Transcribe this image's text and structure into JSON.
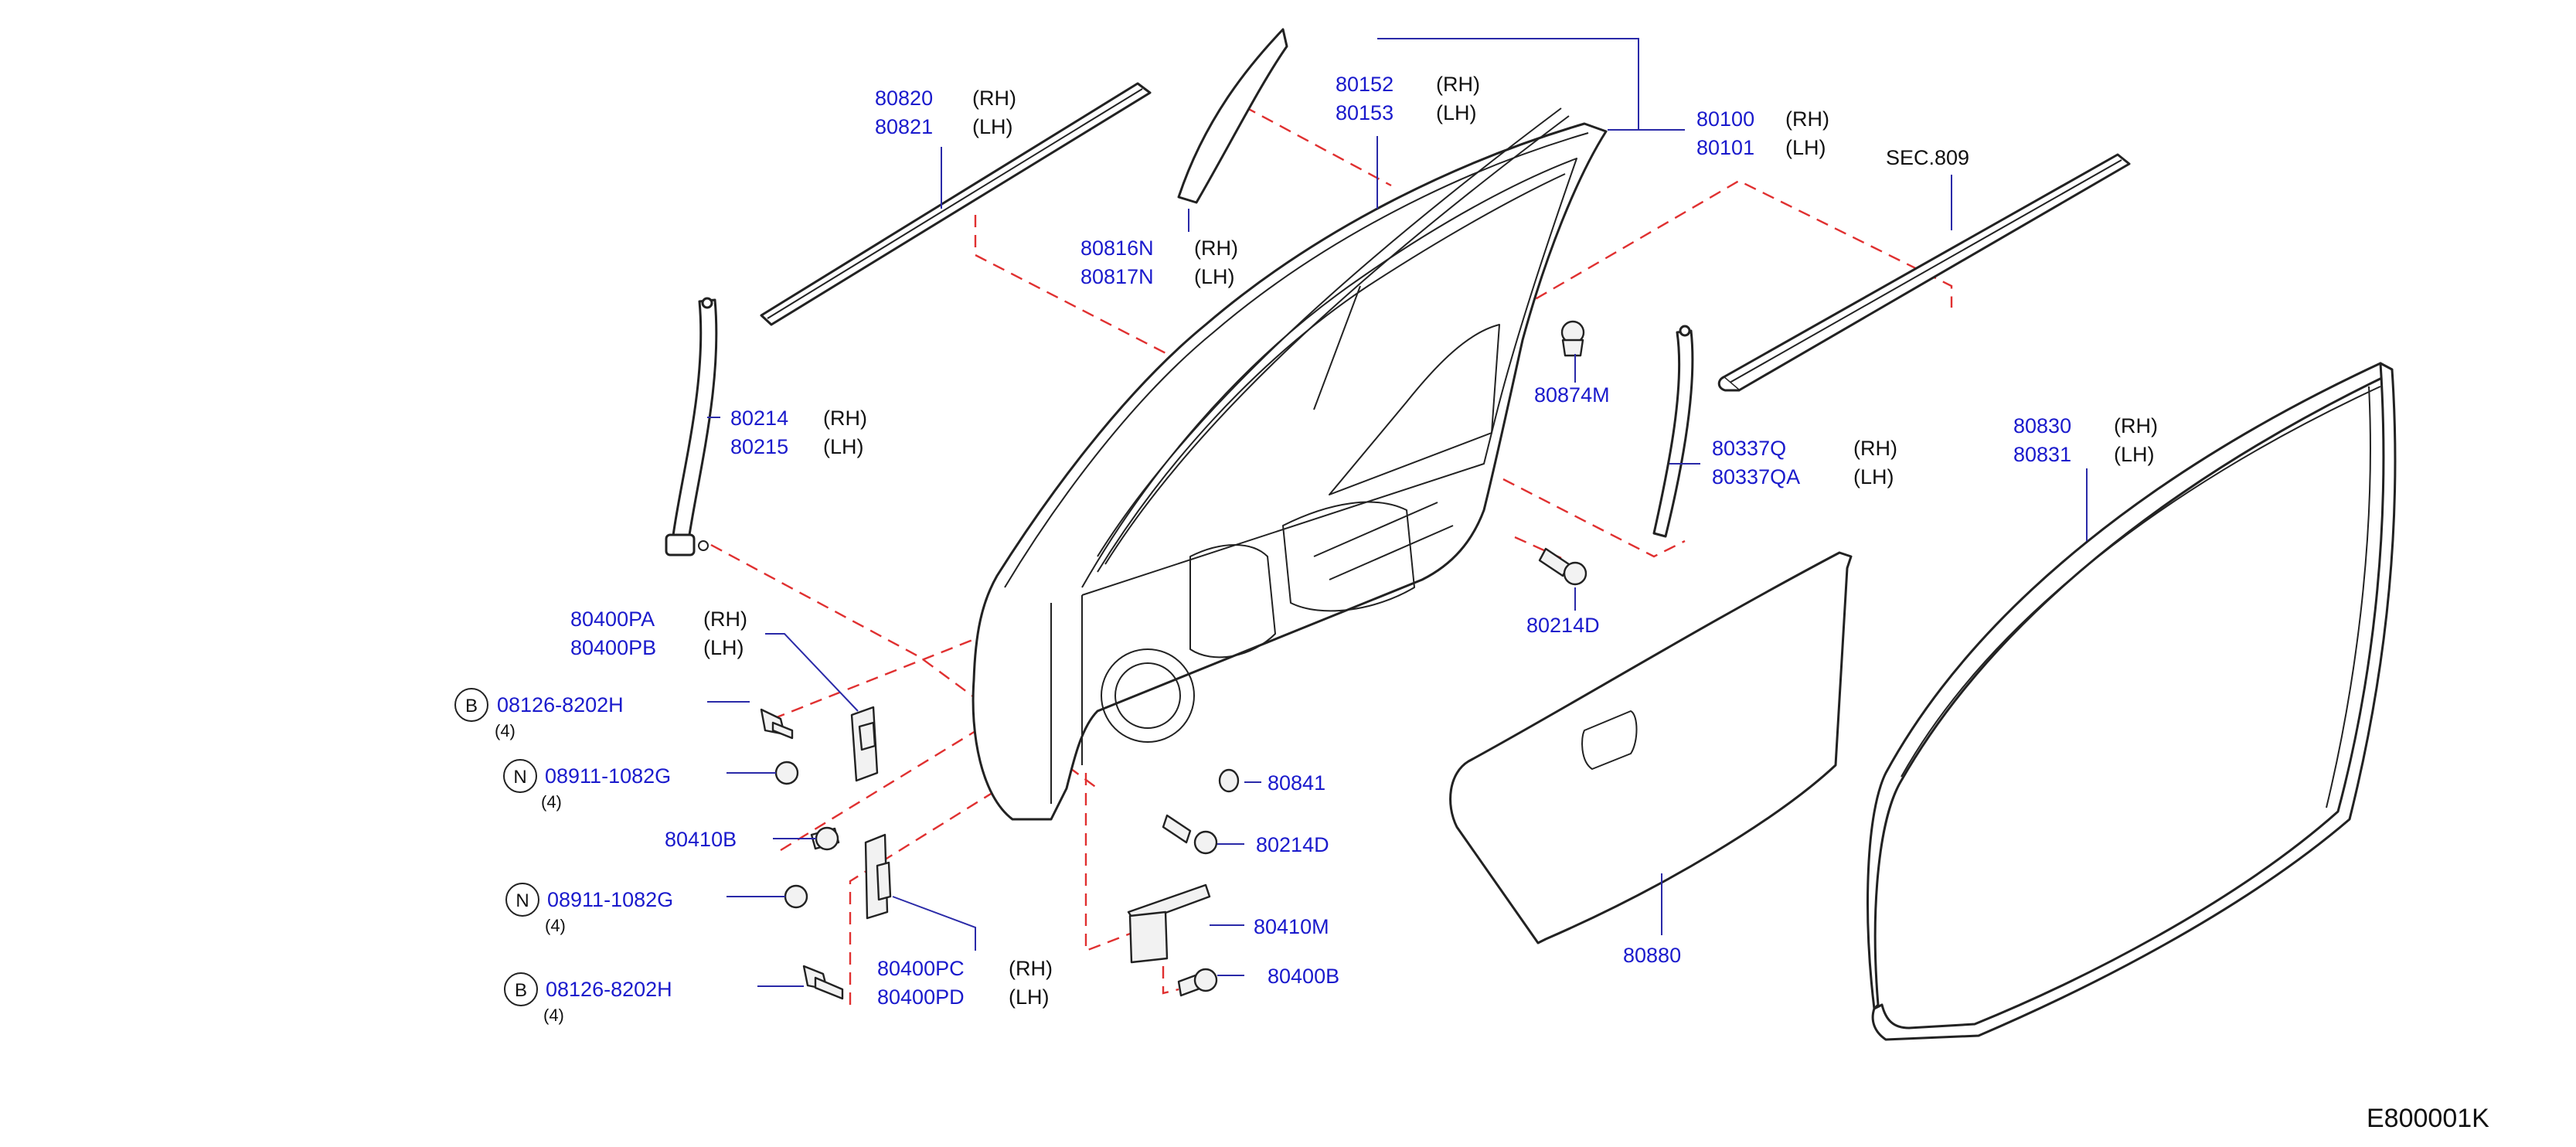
{
  "diagram_ref": "E800001K",
  "side_rh": "(RH)",
  "side_lh": "(LH)",
  "sec_ref": "SEC.809",
  "parts": {
    "p80820": "80820",
    "p80821": "80821",
    "p80816N": "80816N",
    "p80817N": "80817N",
    "p80152": "80152",
    "p80153": "80153",
    "p80100": "80100",
    "p80101": "80101",
    "p80214": "80214",
    "p80215": "80215",
    "p80874M": "80874M",
    "p80337Q": "80337Q",
    "p80337QA": "80337QA",
    "p80830": "80830",
    "p80831": "80831",
    "p80214D_top": "80214D",
    "p80400PA": "80400PA",
    "p80400PB": "80400PB",
    "p08126_top": "08126-8202H",
    "p08911_top": "08911-1082G",
    "p80841": "80841",
    "p80410B": "80410B",
    "p80214D_bot": "80214D",
    "p08911_bot": "08911-1082G",
    "p80410M": "80410M",
    "p80400PC": "80400PC",
    "p80400PD": "80400PD",
    "p80400B": "80400B",
    "p08126_bot": "08126-8202H",
    "p80880": "80880"
  },
  "qty": {
    "q08126_top": "(4)",
    "q08911_top": "(4)",
    "q08911_bot": "(4)",
    "q08126_bot": "(4)"
  },
  "circle_letters": {
    "b_top": "B",
    "n_top": "N",
    "n_bot": "N",
    "b_bot": "B"
  }
}
